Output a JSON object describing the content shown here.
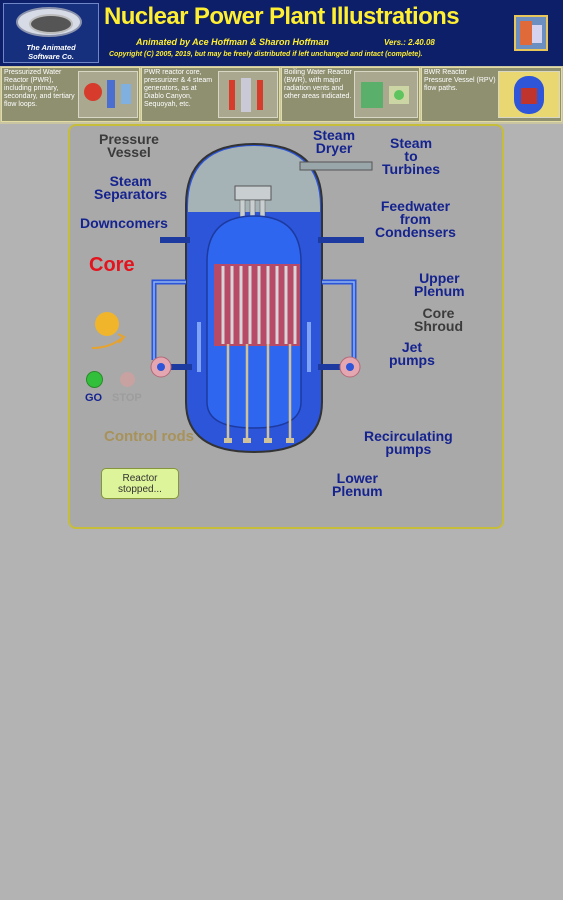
{
  "header": {
    "title": "Nuclear Power Plant Illustrations",
    "subtitle": "Animated by Ace Hoffman & Sharon Hoffman",
    "version": "Vers.: 2.40.08",
    "copyright": "Copyright (C) 2005, 2019, but may be freely distributed if left unchanged and intact (complete).",
    "logo_line1": "The Animated",
    "logo_line2": "Software Co."
  },
  "thumbnails": [
    {
      "text": "Pressurized Water Reactor (PWR), including primary, secondary, and tertiary flow loops."
    },
    {
      "text": "PWR reactor core, pressurizer & 4 steam generators, as at Diablo Canyon, Sequoyah, etc."
    },
    {
      "text": "Boiling Water Reactor (BWR), with major radiation vents and other areas indicated."
    },
    {
      "text": "BWR Reactor Pressure Vessel (RPV) flow paths."
    }
  ],
  "diagram": {
    "pressure_vessel": [
      "Pressure",
      "Vessel"
    ],
    "steam_dryer": [
      "Steam",
      "Dryer"
    ],
    "steam_to_turbines": [
      "Steam",
      "to",
      "Turbines"
    ],
    "steam_separators": [
      "Steam",
      "Separators"
    ],
    "downcomers": "Downcomers",
    "feedwater": [
      "Feedwater",
      "from",
      "Condensers"
    ],
    "core": "Core",
    "upper_plenum": [
      "Upper",
      "Plenum"
    ],
    "core_shroud": [
      "Core",
      "Shroud"
    ],
    "jet_pumps": [
      "Jet",
      "pumps"
    ],
    "control_rods": "Control rods",
    "recirculating_pumps": [
      "Recirculating",
      "pumps"
    ],
    "lower_plenum": [
      "Lower",
      "Plenum"
    ]
  },
  "controls": {
    "go": "GO",
    "stop": "STOP",
    "status": [
      "Reactor",
      "stopped..."
    ]
  },
  "colors": {
    "banner": "#0d1f68",
    "title": "#ffef32",
    "label": "#15238f",
    "core": "#e3141d",
    "control_rods": "#a7925a",
    "panel_border": "#c6bd3b"
  }
}
